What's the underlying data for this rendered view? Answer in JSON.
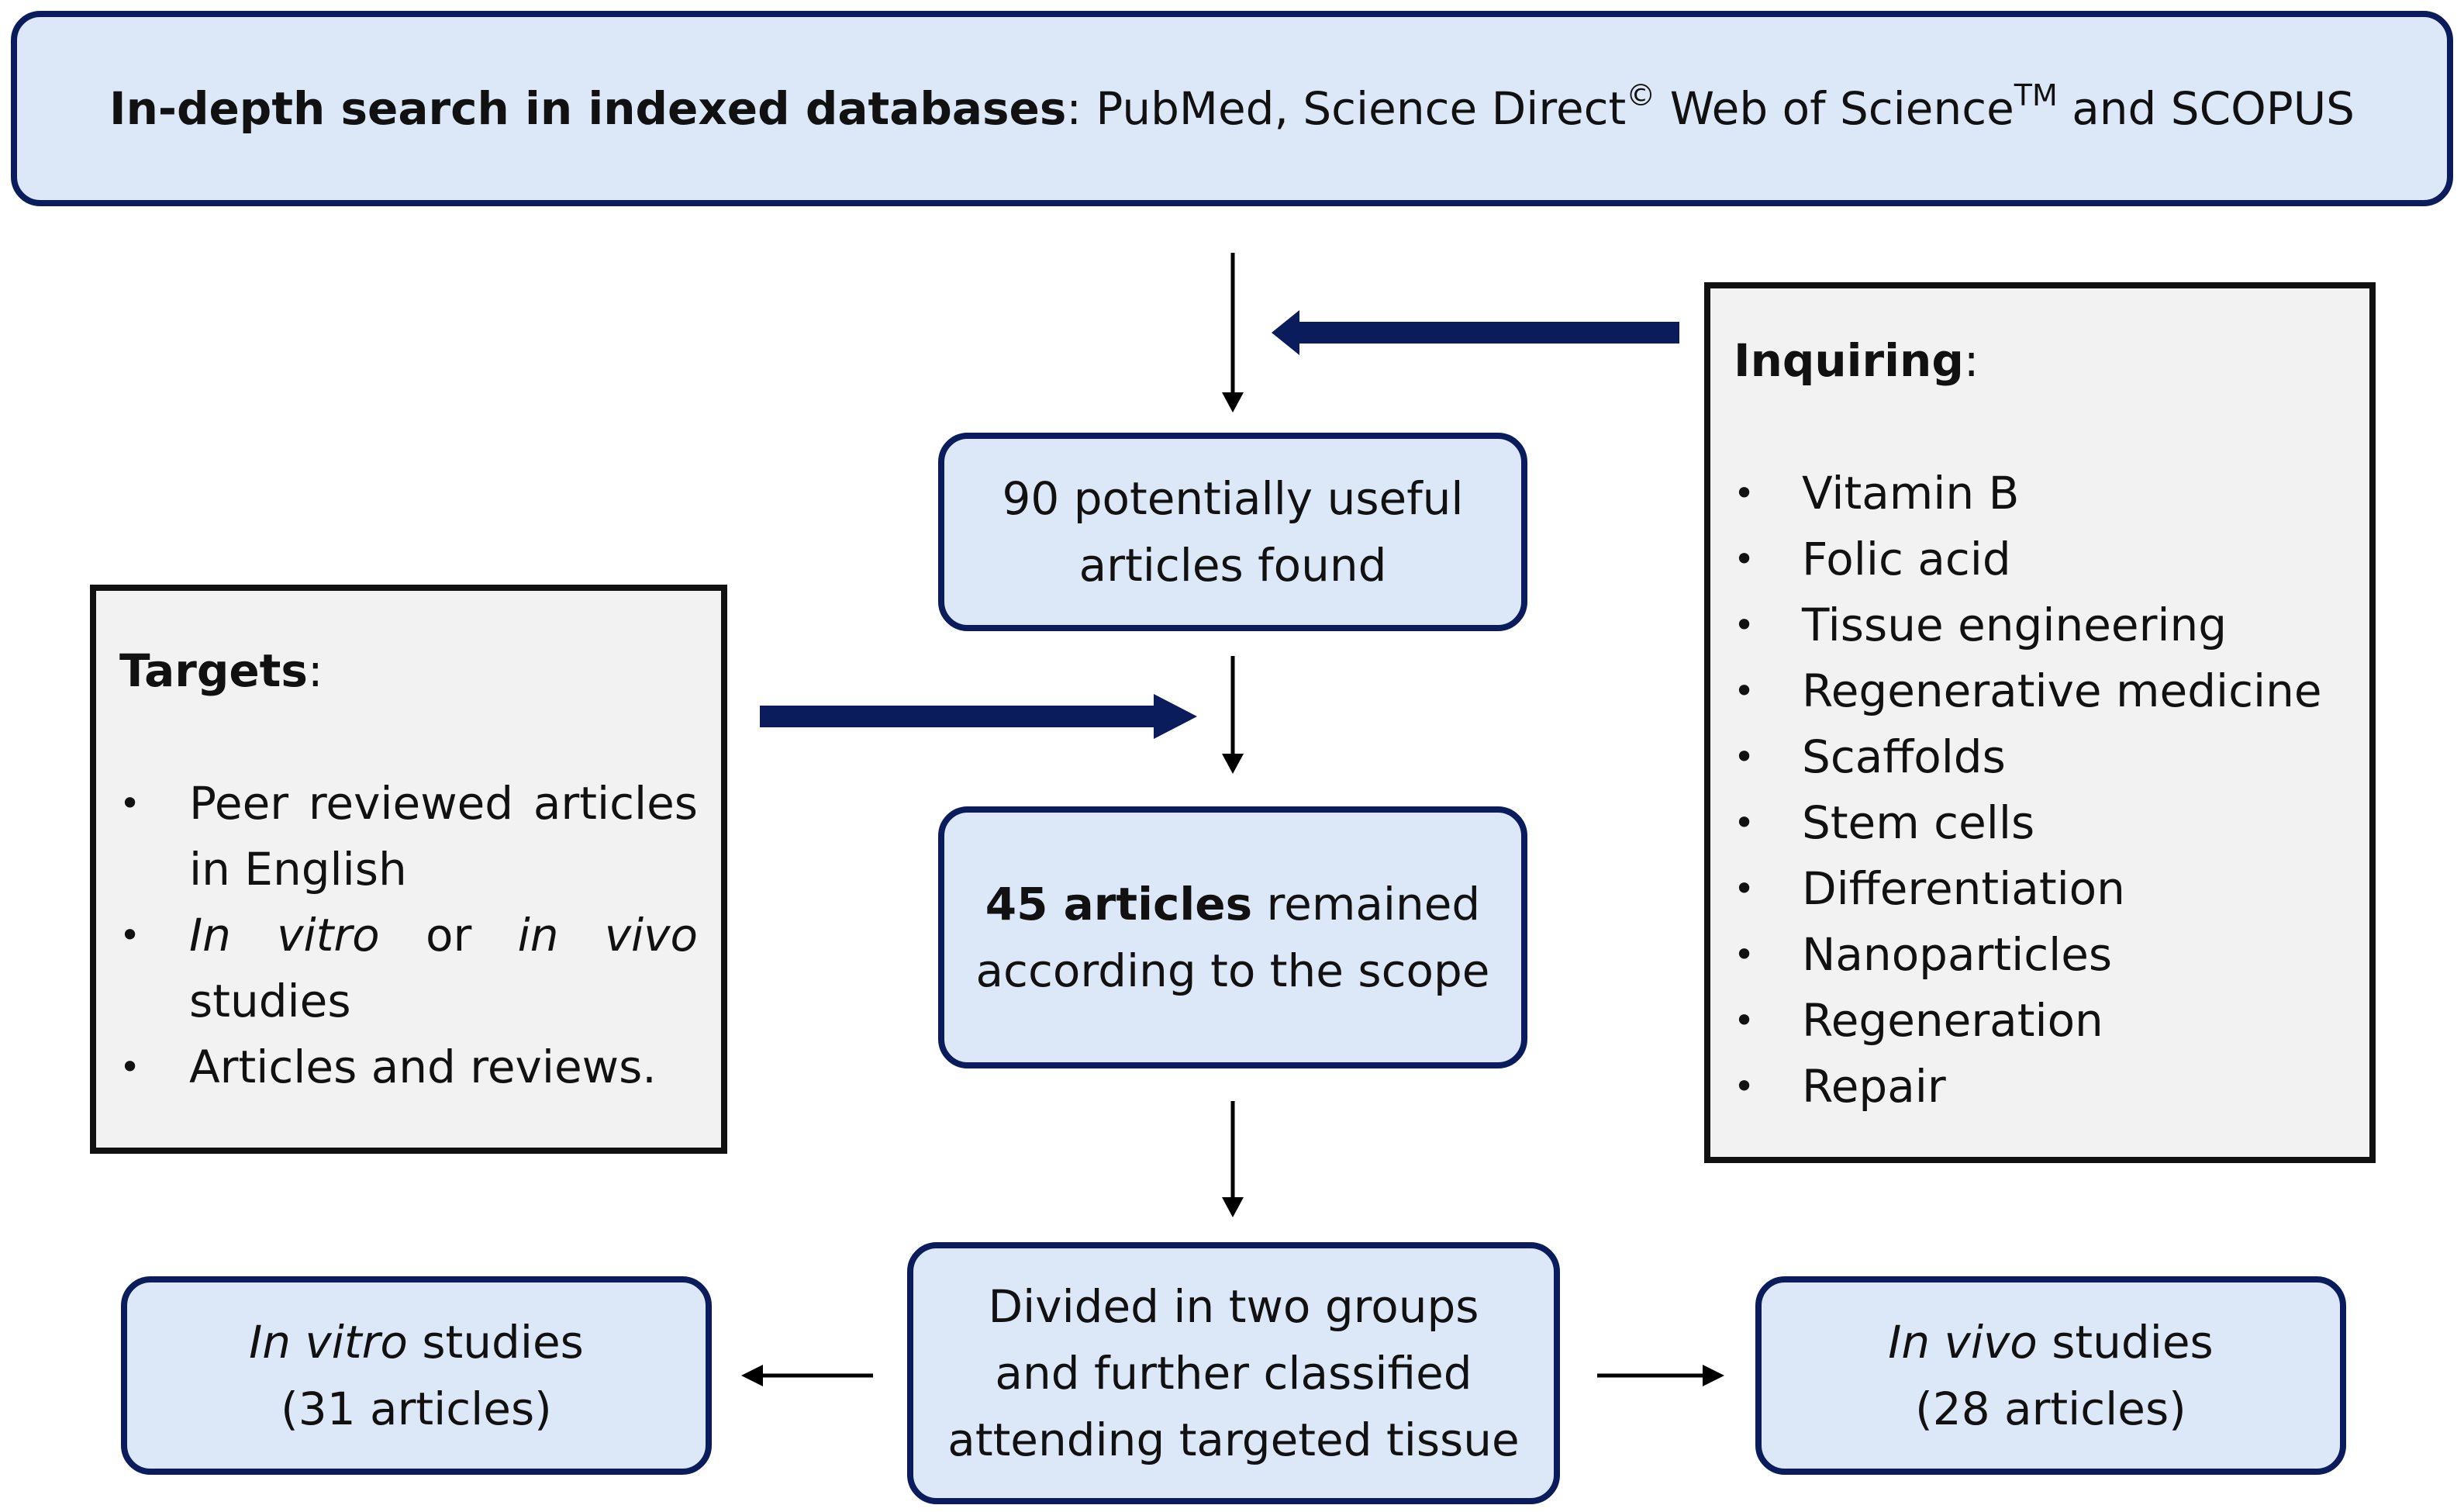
{
  "top": {
    "bold": "In-depth search in indexed databases",
    "colon": ": ",
    "rest1": "PubMed, Science Direct",
    "sup1": "©",
    "rest2": " Web of Science",
    "sup2": "TM",
    "rest3": " and SCOPUS"
  },
  "inquiring": {
    "title": "Inquiring",
    "colon": ":",
    "items": [
      "Vitamin B",
      "Folic acid",
      "Tissue engineering",
      "Regenerative medicine",
      "Scaffolds",
      "Stem cells",
      "Differentiation",
      "Nanoparticles",
      "Regeneration",
      "Repair"
    ]
  },
  "found": {
    "line1": "90 potentially useful",
    "line2": "articles found"
  },
  "targets": {
    "title": "Targets",
    "colon": ":",
    "item1_line1_words": [
      "Peer",
      "reviewed",
      "articles"
    ],
    "item1_line2": "in English",
    "item2_line1_words": [
      "In",
      "vitro",
      "or",
      "in",
      "vivo"
    ],
    "item2_line2": "studies",
    "item3": "Articles and reviews."
  },
  "remained": {
    "bold": "45 articles",
    "rest": " remained",
    "line2": "according to the scope"
  },
  "divided": {
    "line1": "Divided in two groups",
    "line2": "and further classified",
    "line3": "attending targeted tissue"
  },
  "invitro": {
    "italic": "In vitro",
    "rest": " studies",
    "line2": "(31 articles)"
  },
  "invivo": {
    "italic": "In vivo",
    "rest": " studies",
    "line2": "(28 articles)"
  },
  "colors": {
    "box_fill": "#dce8f7",
    "box_border": "#0b1c5c",
    "panel_fill": "#f2f2f2",
    "arrow_thick": "#0b1c5c",
    "arrow_thin": "#000000"
  }
}
